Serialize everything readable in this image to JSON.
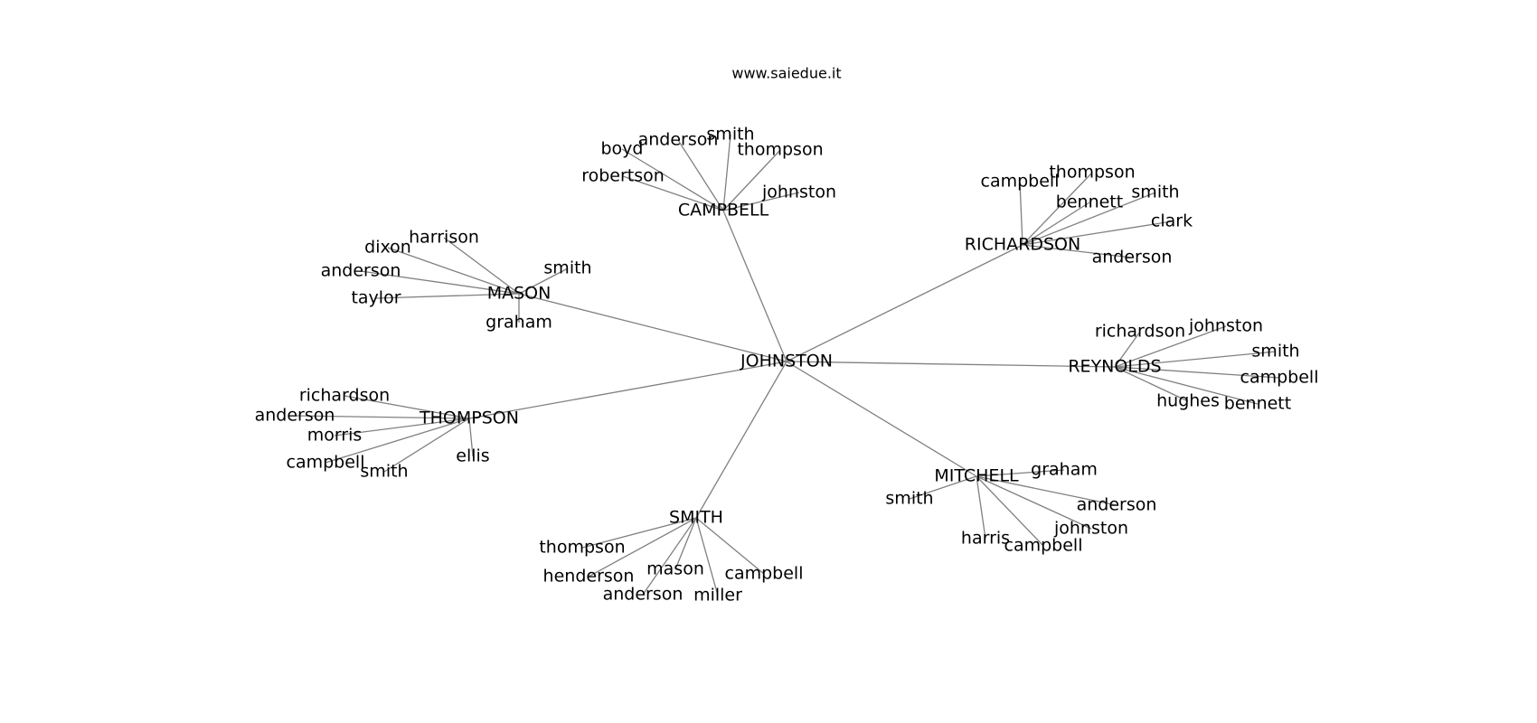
{
  "header": {
    "source": "www.saiedue.it"
  },
  "graph": {
    "root": "JOHNSTON",
    "clusters": [
      {
        "id": "campbell",
        "label": "CAMPBELL",
        "children": [
          "boyd",
          "anderson",
          "smith",
          "thompson",
          "robertson",
          "johnston"
        ]
      },
      {
        "id": "richardson",
        "label": "RICHARDSON",
        "children": [
          "campbell",
          "thompson",
          "bennett",
          "smith",
          "clark",
          "anderson"
        ]
      },
      {
        "id": "mason",
        "label": "MASON",
        "children": [
          "harrison",
          "dixon",
          "anderson",
          "taylor",
          "smith",
          "graham"
        ]
      },
      {
        "id": "reynolds",
        "label": "REYNOLDS",
        "children": [
          "richardson",
          "johnston",
          "smith",
          "campbell",
          "hughes",
          "bennett"
        ]
      },
      {
        "id": "thompson",
        "label": "THOMPSON",
        "children": [
          "richardson",
          "anderson",
          "morris",
          "campbell",
          "smith",
          "ellis"
        ]
      },
      {
        "id": "mitchell",
        "label": "MITCHELL",
        "children": [
          "graham",
          "smith",
          "anderson",
          "johnston",
          "harris",
          "campbell"
        ]
      },
      {
        "id": "smith",
        "label": "SMITH",
        "children": [
          "thompson",
          "henderson",
          "mason",
          "campbell",
          "anderson",
          "miller"
        ]
      }
    ]
  }
}
